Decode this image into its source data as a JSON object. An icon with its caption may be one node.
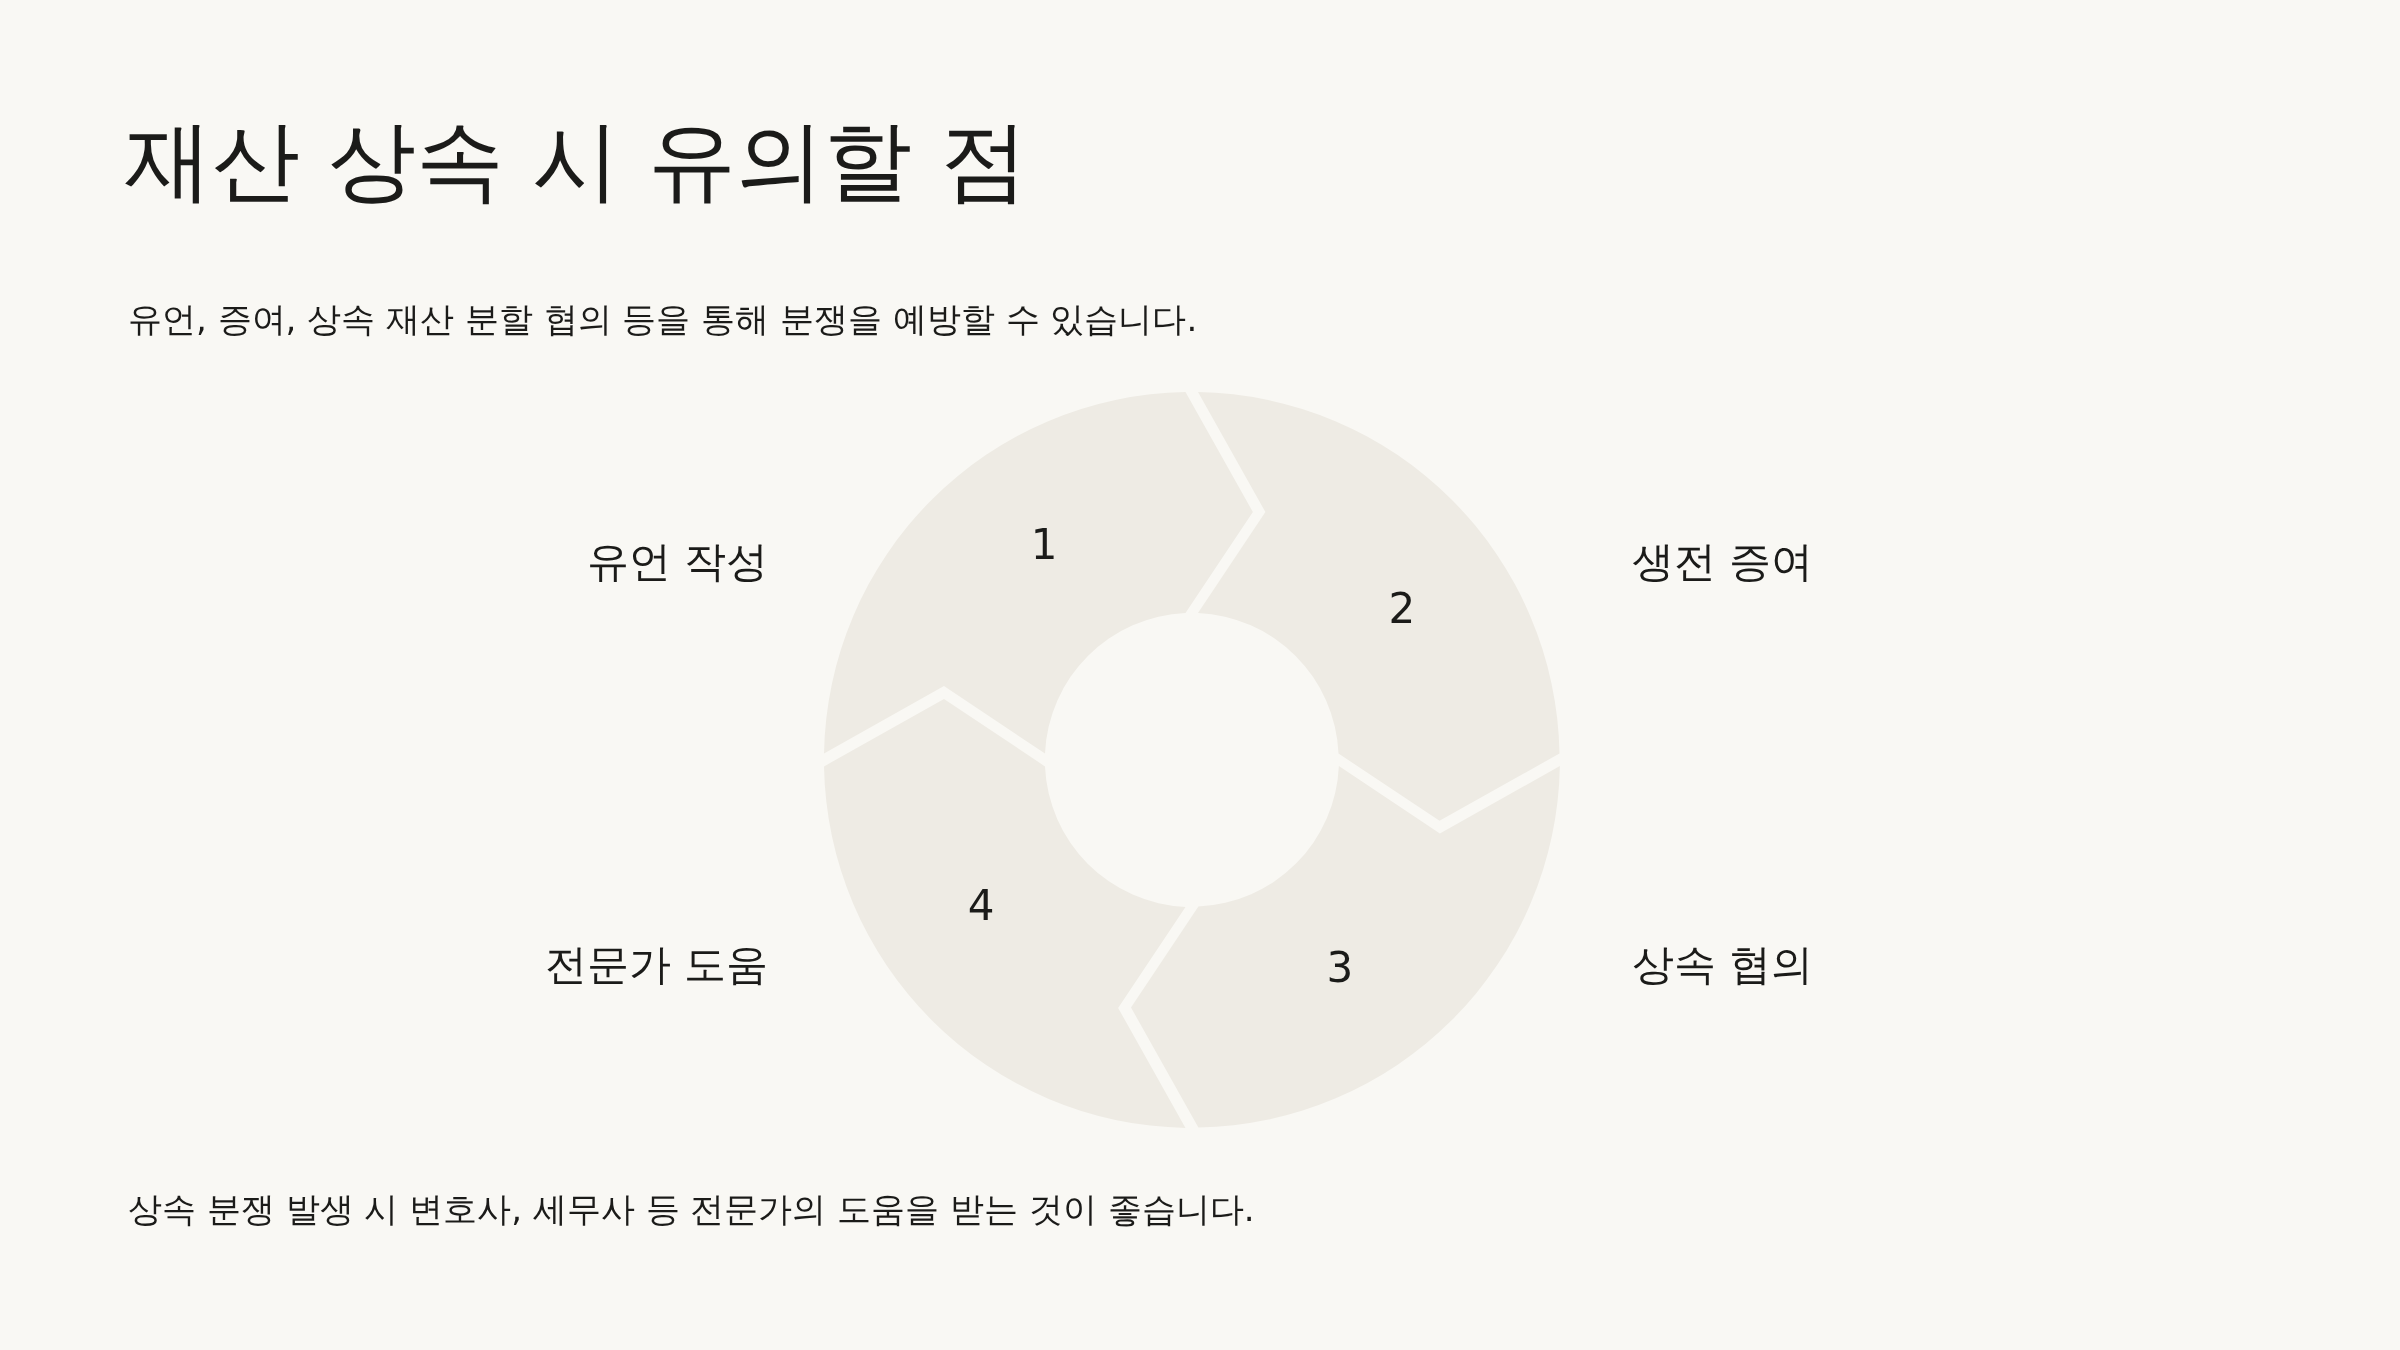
{
  "diagram": {
    "title": "재산 상속 시 유의할 점",
    "nodes": [
      {
        "text": [
          "1"
        ],
        "beside": [
          "유언 작성"
        ]
      },
      {
        "text": [
          "2"
        ],
        "beside": [
          "생전 증여"
        ]
      },
      {
        "text": [
          "3"
        ],
        "beside": [
          "상속 협의"
        ]
      },
      {
        "text": [
          "4"
        ],
        "beside": [
          "전문가 도움"
        ]
      }
    ],
    "labels": [
      "유언, 증여, 상속 재산 분할 협의 등을 통해 분쟁을 예방할 수 있습니다.",
      "상속 분쟁 발생 시 변호사, 세무사 등 전문가의 도움을 받는 것이 좋습니다."
    ]
  }
}
